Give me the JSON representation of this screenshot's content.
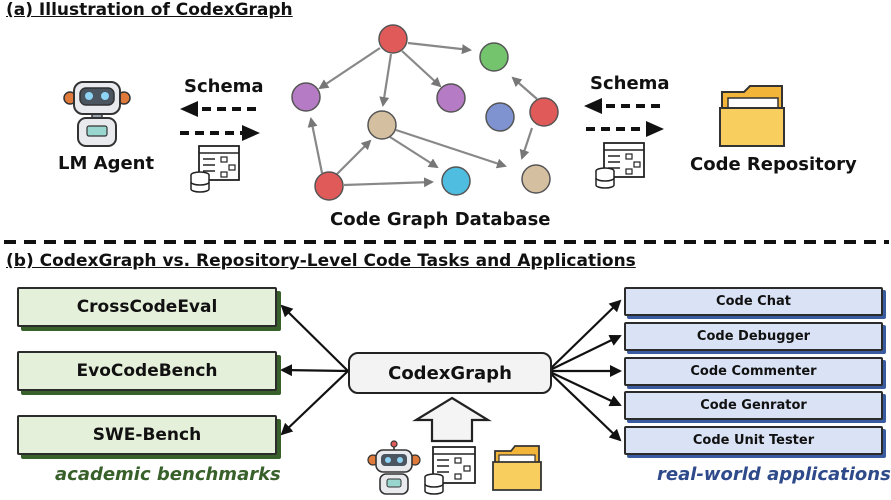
{
  "panel_a": {
    "title": "(a) Illustration of CodexGraph",
    "agent_label": "LM Agent",
    "left_schema_label": "Schema",
    "database_label": "Code Graph Database",
    "right_schema_label": "Schema",
    "repository_label": "Code Repository",
    "node_colors": [
      "#e05a5a",
      "#74c46e",
      "#b57bc4",
      "#d4bfa0",
      "#7f93d1",
      "#4fbde0"
    ]
  },
  "panel_b": {
    "title": "(b) CodexGraph vs. Repository-Level Code Tasks and Applications",
    "center_label": "CodexGraph",
    "benchmarks": [
      "CrossCodeEval",
      "EvoCodeBench",
      "SWE-Bench"
    ],
    "benchmarks_caption": "academic benchmarks",
    "applications": [
      "Code Chat",
      "Code Debugger",
      "Code Commenter",
      "Code Genrator",
      "Code Unit Tester"
    ],
    "applications_caption": "real-world applications",
    "benchmark_color": "#e5f0da",
    "application_color": "#dae3f5"
  }
}
